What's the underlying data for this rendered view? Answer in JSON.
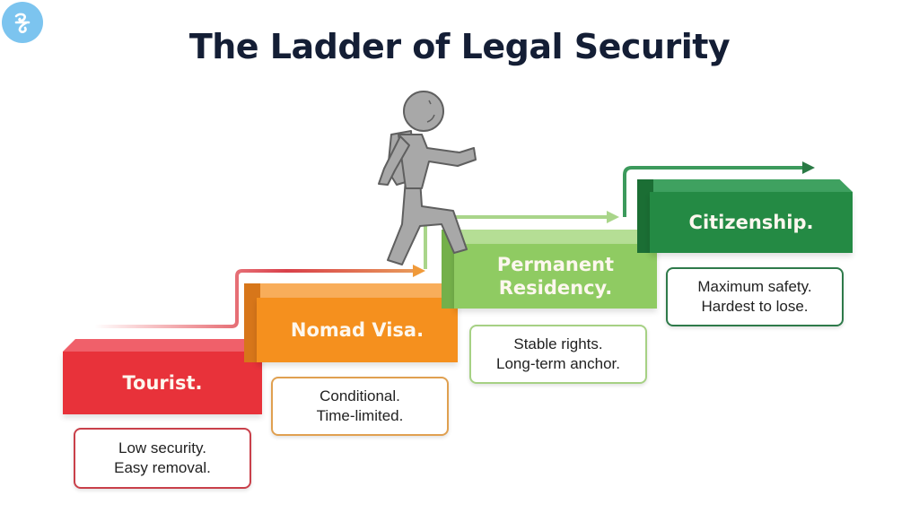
{
  "title": "The Ladder of Legal Security",
  "logo": {
    "icon": "logo-icon",
    "color": "#7cc4ef"
  },
  "steps": [
    {
      "label": "Tourist.",
      "desc_line1": "Low security.",
      "desc_line2": "Easy removal.",
      "color": "#e8323a",
      "border": "#c9404a"
    },
    {
      "label": "Nomad Visa.",
      "desc_line1": "Conditional.",
      "desc_line2": "Time-limited.",
      "color": "#f5901e",
      "border": "#e0a050"
    },
    {
      "label_line1": "Permanent",
      "label_line2": "Residency.",
      "desc_line1": "Stable rights.",
      "desc_line2": "Long-term anchor.",
      "color": "#8fcb62",
      "border": "#a6d184"
    },
    {
      "label": "Citizenship.",
      "desc_line1": "Maximum safety.",
      "desc_line2": "Hardest to lose.",
      "color": "#248a44",
      "border": "#2e7a4a"
    }
  ],
  "figure": {
    "icon": "walking-person-icon",
    "color": "#a5a5a5"
  }
}
